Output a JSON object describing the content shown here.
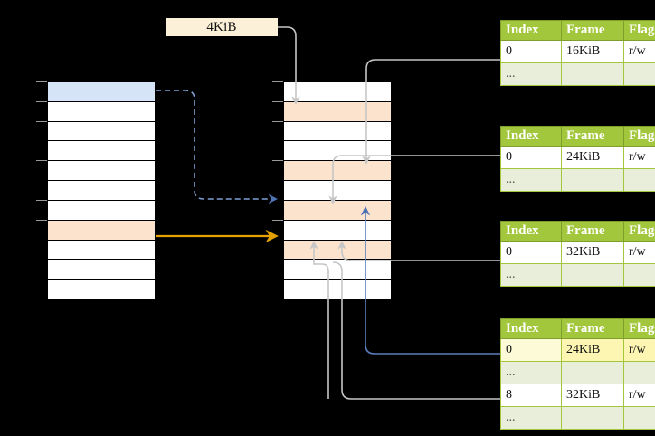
{
  "diagram": {
    "title_label": "4KiB",
    "colors": {
      "header_green": "#a3c73c",
      "dots_row": "#e9eedb",
      "peach_row": "#fce3cd",
      "blue_row": "#d6e4f7",
      "highlight_yellow": "#fdf6b2",
      "label_cream": "#fdf0d9",
      "blue_arrow": "#5b7fbd",
      "orange_arrow": "#e8a202",
      "gray_arrow": "#c6c6c6",
      "background": "#000000"
    },
    "left_stack": {
      "name": "page-directory-left",
      "row_count": 11,
      "rows": [
        {
          "index": 0,
          "fill": "blue",
          "label": ""
        },
        {
          "index": 1,
          "fill": "white",
          "label": ""
        },
        {
          "index": 2,
          "fill": "white",
          "label": ""
        },
        {
          "index": 3,
          "fill": "white",
          "label": ""
        },
        {
          "index": 4,
          "fill": "white",
          "label": ""
        },
        {
          "index": 5,
          "fill": "white",
          "label": ""
        },
        {
          "index": 6,
          "fill": "white",
          "label": ""
        },
        {
          "index": 7,
          "fill": "peach",
          "label": ""
        },
        {
          "index": 8,
          "fill": "white",
          "label": ""
        },
        {
          "index": 9,
          "fill": "white",
          "label": ""
        },
        {
          "index": 10,
          "fill": "white",
          "label": ""
        }
      ]
    },
    "middle_stack": {
      "name": "page-table-middle",
      "row_count": 11,
      "rows": [
        {
          "index": 0,
          "fill": "white",
          "label": ""
        },
        {
          "index": 1,
          "fill": "peach",
          "label": ""
        },
        {
          "index": 2,
          "fill": "white",
          "label": ""
        },
        {
          "index": 3,
          "fill": "white",
          "label": ""
        },
        {
          "index": 4,
          "fill": "peach",
          "label": ""
        },
        {
          "index": 5,
          "fill": "white",
          "label": ""
        },
        {
          "index": 6,
          "fill": "peach",
          "label": ""
        },
        {
          "index": 7,
          "fill": "white",
          "label": ""
        },
        {
          "index": 8,
          "fill": "peach",
          "label": ""
        },
        {
          "index": 9,
          "fill": "white",
          "label": ""
        },
        {
          "index": 10,
          "fill": "white",
          "label": ""
        }
      ]
    },
    "tables": [
      {
        "name": "frame-table-1",
        "headers": [
          "Index",
          "Frame",
          "Flags"
        ],
        "rows": [
          {
            "cells": [
              "0",
              "16KiB",
              "r/w"
            ],
            "kind": "data",
            "highlight": false
          },
          {
            "cells": [
              "...",
              "",
              ""
            ],
            "kind": "dots",
            "highlight": false
          }
        ]
      },
      {
        "name": "frame-table-2",
        "headers": [
          "Index",
          "Frame",
          "Flags"
        ],
        "rows": [
          {
            "cells": [
              "0",
              "24KiB",
              "r/w"
            ],
            "kind": "data",
            "highlight": false
          },
          {
            "cells": [
              "...",
              "",
              ""
            ],
            "kind": "dots",
            "highlight": false
          }
        ]
      },
      {
        "name": "frame-table-3",
        "headers": [
          "Index",
          "Frame",
          "Flags"
        ],
        "rows": [
          {
            "cells": [
              "0",
              "32KiB",
              "r/w"
            ],
            "kind": "data",
            "highlight": false
          },
          {
            "cells": [
              "...",
              "",
              ""
            ],
            "kind": "dots",
            "highlight": false
          }
        ]
      },
      {
        "name": "frame-table-4",
        "headers": [
          "Index",
          "Frame",
          "Flags"
        ],
        "rows": [
          {
            "cells": [
              "0",
              "24KiB",
              "r/w"
            ],
            "kind": "data",
            "highlight": true
          },
          {
            "cells": [
              "...",
              "",
              ""
            ],
            "kind": "dots",
            "highlight": false
          },
          {
            "cells": [
              "8",
              "32KiB",
              "r/w"
            ],
            "kind": "data",
            "highlight": false
          },
          {
            "cells": [
              "...",
              "",
              ""
            ],
            "kind": "dots",
            "highlight": false
          }
        ]
      }
    ]
  }
}
